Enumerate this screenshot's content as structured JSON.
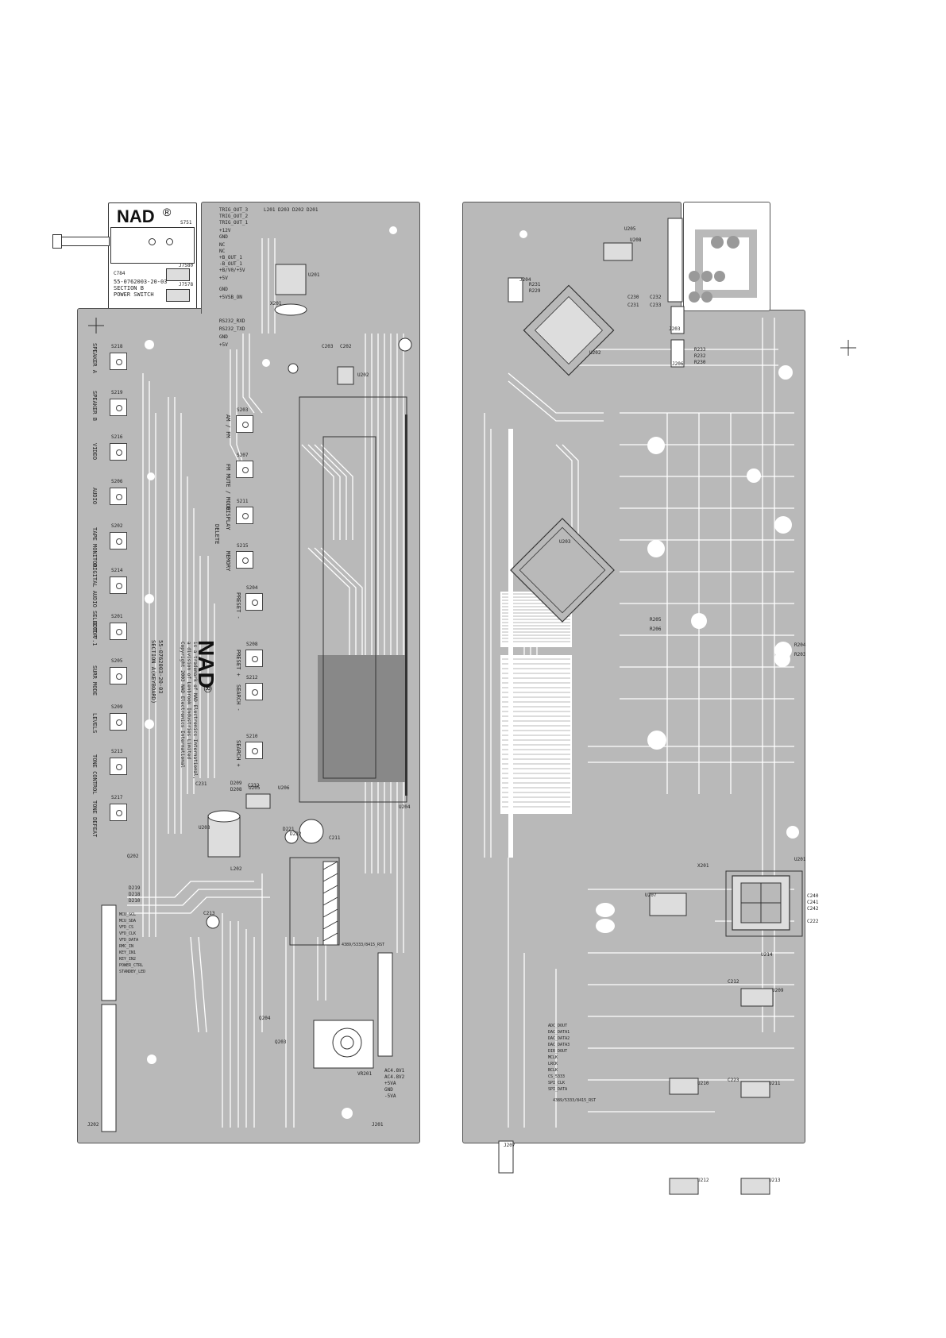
{
  "power_switch_board": {
    "logo": "NAD",
    "registered": "®",
    "ref_s751": "S751",
    "ref_j7580": "J7580",
    "ref_c784": "C784",
    "ref_j7578": "J7578",
    "part_number": "55-0762003-20-03",
    "section": "SECTION B",
    "title": "POWER SWITCH"
  },
  "keyboard_board": {
    "logo": "NAD",
    "registered": "®",
    "part_number": "55-0762003-20-03",
    "section": "SECTION A(KEYBOARD)",
    "trademark_line1": "is a trademark of NAD Electronics International,",
    "trademark_line2": "a division of Lenbrook Industries Limited",
    "trademark_line3": "Copyright 2003 NAD Electronics International",
    "buttons": [
      {
        "ref": "S218",
        "label": "SPEAKER A"
      },
      {
        "ref": "S219",
        "label": "SPEAKER B"
      },
      {
        "ref": "S216",
        "label": "VIDEO"
      },
      {
        "ref": "S206",
        "label": "AUDIO"
      },
      {
        "ref": "S202",
        "label": "TAPE MONITOR"
      },
      {
        "ref": "S214",
        "label": "DIGITAL AUDIO SELECTOR"
      },
      {
        "ref": "S201",
        "label": "EXT 7.1"
      },
      {
        "ref": "S205",
        "label": "SURR MODE"
      },
      {
        "ref": "S209",
        "label": "LEVELS"
      },
      {
        "ref": "S213",
        "label": "TONE CONTROL"
      },
      {
        "ref": "S217",
        "label": "TONE DEFEAT"
      }
    ],
    "buttons_inner": [
      {
        "ref": "S203",
        "label": "AM / FM"
      },
      {
        "ref": "S207",
        "label": "FM MUTE / MODE"
      },
      {
        "ref": "S211",
        "label": "DISPLAY"
      },
      {
        "ref": "S215",
        "label": "MEMORY"
      },
      {
        "ref": "",
        "label": "DELETE"
      },
      {
        "ref": "S204",
        "label": "PRESET -"
      },
      {
        "ref": "S208",
        "label": "PRESET +"
      },
      {
        "ref": "S212",
        "label": "SEARCH -"
      },
      {
        "ref": "S210",
        "label": "SEARCH +"
      }
    ],
    "connector_labels": [
      "TRIG_OUT_3",
      "TRIG_OUT_2",
      "TRIG_OUT_1",
      "+12V",
      "GND",
      "NC",
      "NC",
      "+B_OUT_1",
      "-B_OUT_1",
      "+B/V0/+5V",
      "+5V",
      "GND",
      "+5VSB_ON",
      "RS232_RXD",
      "RS232_TXD",
      "GND",
      "+5V"
    ],
    "refs_top": [
      "L201",
      "D203",
      "D202",
      "D201",
      "U201",
      "X201",
      "C203",
      "C202",
      "U202"
    ],
    "vfd_ref": "U204",
    "bottom_labels": [
      "D219",
      "D218",
      "D210",
      "D209",
      "D208",
      "U205",
      "U206",
      "L202",
      "C213",
      "Q204",
      "Q203",
      "C231",
      "Q202",
      "C232",
      "D221",
      "D222",
      "U203",
      "J201",
      "J202",
      "VR201",
      "C211"
    ],
    "connector_bottom": [
      "AC4.8V1",
      "AC4.8V2",
      "+5VA",
      "GND",
      "-5VA"
    ],
    "signal_labels": [
      "4389/5333/8415_RST",
      "MCU_SCL",
      "MCU_SDA",
      "VFD_CS",
      "VFD_CLK",
      "VFD_DATA",
      "RMC_IN",
      "KEY_IN1",
      "KEY_IN2",
      "POWER_CTRL",
      "STANDBY_LED"
    ]
  },
  "main_board": {
    "refs": [
      "J204",
      "J203",
      "J206",
      "J207",
      "U208",
      "U207",
      "U203",
      "U201",
      "U202",
      "U209",
      "U210",
      "U211",
      "U212",
      "U213",
      "U214",
      "U205",
      "R233",
      "R232",
      "R230",
      "R231",
      "R229",
      "C230",
      "C231",
      "C232",
      "C233",
      "R203",
      "R204",
      "R205",
      "R206",
      "C212",
      "C222",
      "C223",
      "C240",
      "C241",
      "C242",
      "X201"
    ],
    "signal_labels": [
      "4389/5333/8415_RST",
      "ADC_DOUT",
      "DAC_DATA1",
      "DAC_DATA2",
      "DAC_DATA3",
      "DIR_DOUT",
      "MCLK",
      "LRCK",
      "BCLK",
      "CS_5333",
      "SPI_CLK",
      "SPI_DATA"
    ]
  },
  "colors": {
    "board": "#b9b9b9",
    "trace": "#ffffff",
    "ink": "#222222",
    "outline": "#555555"
  }
}
